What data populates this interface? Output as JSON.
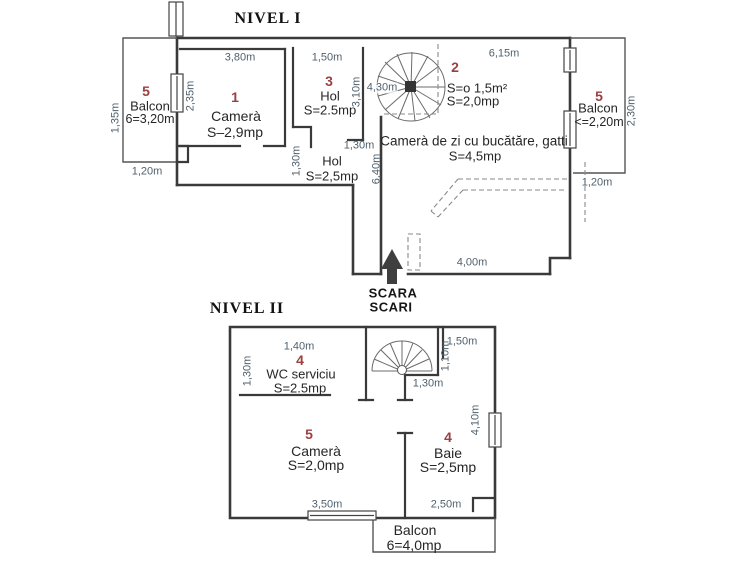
{
  "colors": {
    "wall": "#3a3a3a",
    "dimension_text": "#50616d",
    "room_number": "#9a4040",
    "label_text": "#262626"
  },
  "n1": {
    "title": "NIVEL I",
    "balconL": {
      "num": "5",
      "name": "Balcon",
      "size": "6=3,20m"
    },
    "dimLeftH": "1,35m",
    "dimLeftB": "1,20m",
    "dimWin": "2,35m",
    "cam1": {
      "num": "1",
      "name": "Camerà",
      "area": "S–2,9mp",
      "w": "3,80m"
    },
    "hol3": {
      "num": "3",
      "name": "Hol",
      "area": "S=2.5mp",
      "w": "1,50m",
      "h": "3,10m",
      "door": "1,30m"
    },
    "holL": {
      "name": "Hol",
      "area": "S=2,5mp",
      "door": "1,30m"
    },
    "stairW": "4,30m",
    "cam2": {
      "num": "2",
      "a1": "S=o 1,5m²",
      "a2": "S=2,0mp",
      "w": "6,15m"
    },
    "living": {
      "name": "Camerà de zi cu bucătăre, gatti",
      "area": "S=4,5mp",
      "w": "4,00m",
      "h": "6,40m"
    },
    "balconR": {
      "num": "5",
      "name": "Balcon",
      "size": "<=2,20m",
      "h": "2,30m",
      "off": "1,20m"
    }
  },
  "scara": {
    "l1": "SCARA",
    "l2": "SCARI"
  },
  "n2": {
    "title": "NIVEL II",
    "wc": {
      "num": "4",
      "name": "WC serviciu",
      "area": "S=2.5mp",
      "w": "1,40m",
      "h": "1,30m"
    },
    "stair": {
      "w": "1,50m",
      "h": "1,10m",
      "landing": "1,30m"
    },
    "cam5": {
      "num": "5",
      "name": "Camerà",
      "area": "S=2,0mp",
      "w": "3,50m"
    },
    "baie": {
      "num": "4",
      "name": "Baie",
      "area": "S=2,5mp",
      "w": "2,50m",
      "h": "4,10m"
    },
    "balcon": {
      "name": "Balcon",
      "size": "6=4,0mp"
    }
  }
}
